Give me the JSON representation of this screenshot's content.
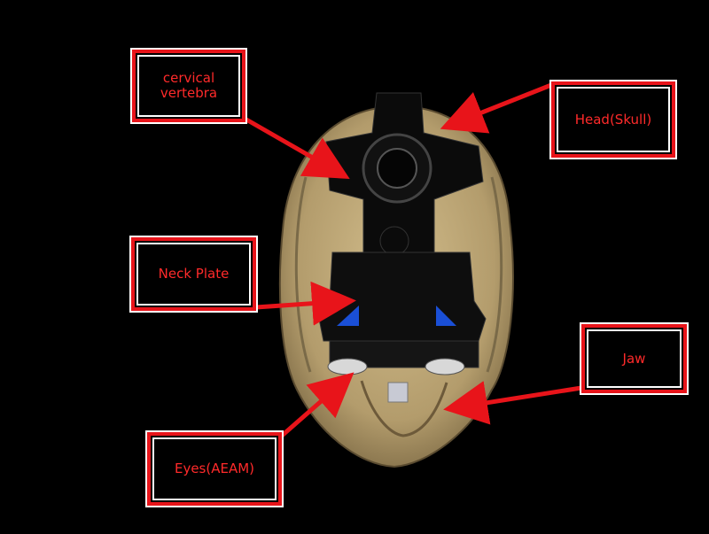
{
  "labels": {
    "cervical": "cervical\nvertebra",
    "head": "Head(Skull)",
    "neck": "Neck Plate",
    "jaw": "Jaw",
    "eyes": "Eyes(AEAM)"
  },
  "colors": {
    "callout_border": "#e8141a",
    "callout_text": "#ff2a2a",
    "skull": "#b9a273",
    "plate": "#0b0b0b",
    "accent_blue": "#1a4fd6"
  }
}
